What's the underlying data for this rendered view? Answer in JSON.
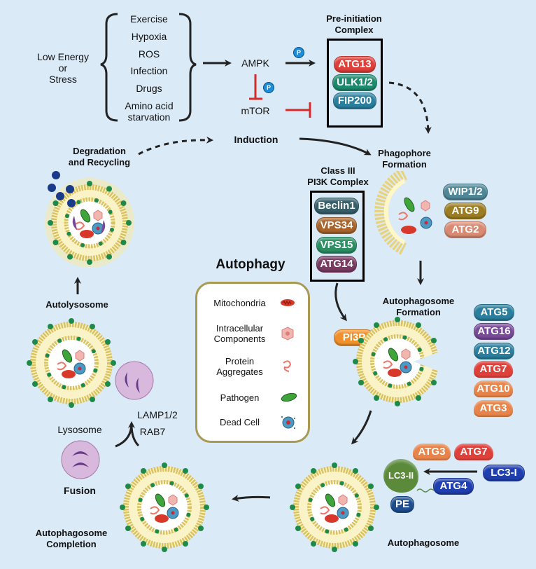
{
  "title": "Autophagy",
  "inputs": {
    "label": [
      "Low Energy",
      "or",
      "Stress"
    ],
    "stimuli": [
      "Exercise",
      "Hypoxia",
      "ROS",
      "Infection",
      "Drugs",
      "Amino acid",
      "starvation"
    ]
  },
  "signaling": {
    "ampk": "AMPK",
    "mtor": "mTOR",
    "phospho": "P"
  },
  "pre_initiation": {
    "title": [
      "Pre-initiation",
      "Complex"
    ],
    "proteins": [
      {
        "label": "ATG13",
        "color": "#e0403a"
      },
      {
        "label": "ULK1/2",
        "color": "#1d8a6e"
      },
      {
        "label": "FIP200",
        "color": "#2a7f9e"
      }
    ]
  },
  "stages": {
    "induction": "Induction",
    "phagophore": [
      "Phagophore",
      "Formation"
    ],
    "autophagosome_formation": [
      "Autophagosome",
      "Formation"
    ],
    "autophagosome": "Autophagosome",
    "completion": [
      "Autophagosome",
      "Completion"
    ],
    "fusion": "Fusion",
    "lysosome": "Lysosome",
    "autolysosome": "Autolysosome",
    "degradation": [
      "Degradation",
      "and Recycling"
    ]
  },
  "pi3k_complex": {
    "title": [
      "Class III",
      "PI3K Complex"
    ],
    "proteins": [
      {
        "label": "Beclin1",
        "color": "#365f6a"
      },
      {
        "label": "VPS34",
        "color": "#a8642a"
      },
      {
        "label": "VPS15",
        "color": "#2a8f62"
      },
      {
        "label": "ATG14",
        "color": "#7a3a62"
      }
    ]
  },
  "phagophore_proteins": [
    {
      "label": "WIP1/2",
      "color": "#4f8898"
    },
    {
      "label": "ATG9",
      "color": "#9c7d22"
    },
    {
      "label": "ATG2",
      "color": "#d98a72"
    }
  ],
  "pi3p": {
    "label": "PI3P",
    "color": "#f0902a"
  },
  "formation_proteins": [
    {
      "label": "ATG5",
      "color": "#2a7f9e",
      "shape": "pill"
    },
    {
      "label": "ATG16",
      "color": "#7a4a9a",
      "shape": "pill"
    },
    {
      "label": "ATG12",
      "color": "#2a7f9e",
      "shape": "pill"
    },
    {
      "label": "ATG7",
      "color": "#e0403a",
      "shape": "bean"
    },
    {
      "label": "ATG10",
      "color": "#e8844a",
      "shape": "bean"
    },
    {
      "label": "ATG3",
      "color": "#e8844a",
      "shape": "bean"
    }
  ],
  "lc3": {
    "atg3": {
      "label": "ATG3",
      "color": "#e8844a"
    },
    "atg7": {
      "label": "ATG7",
      "color": "#e0403a"
    },
    "lc3_i": {
      "label": "LC3-I",
      "color": "#1f3fb0"
    },
    "atg4": {
      "label": "ATG4",
      "color": "#1f3fb0"
    },
    "lc3_ii": {
      "label": "LC3-II",
      "color": "#5a8a3a"
    },
    "pe": {
      "label": "PE",
      "color": "#1d4f90"
    }
  },
  "fusion_factors": [
    "LAMP1/2",
    "RAB7"
  ],
  "legend": {
    "items": [
      {
        "label": [
          "Mitochondria"
        ],
        "icon": "mitochondria-icon"
      },
      {
        "label": [
          "Intracellular",
          "Components"
        ],
        "icon": "hexagon-component-icon"
      },
      {
        "label": [
          "Protein",
          "Aggregates"
        ],
        "icon": "protein-aggregate-icon"
      },
      {
        "label": [
          "Pathogen"
        ],
        "icon": "pathogen-icon"
      },
      {
        "label": [
          "Dead Cell"
        ],
        "icon": "dead-cell-icon"
      }
    ]
  }
}
